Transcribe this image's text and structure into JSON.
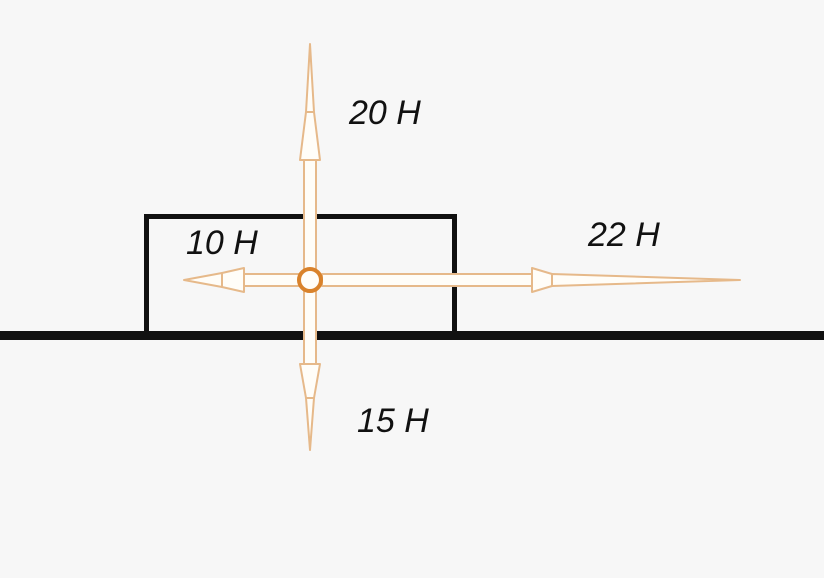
{
  "diagram": {
    "forces": {
      "up": {
        "label": "20 Н"
      },
      "down": {
        "label": "15 Н"
      },
      "left": {
        "label": "10 Н"
      },
      "right": {
        "label": "22 Н"
      }
    },
    "colors": {
      "background": "#f7f7f7",
      "outline": "#111111",
      "arrow_stroke": "#e6b98a",
      "arrow_fill": "#fffdf8",
      "point": "#d9822b"
    }
  }
}
